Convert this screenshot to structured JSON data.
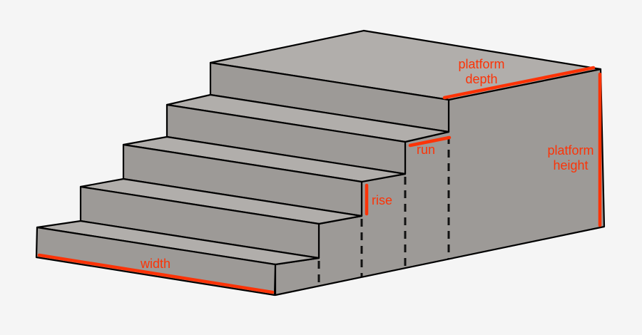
{
  "diagram": {
    "type": "staircase-dimensions",
    "description": "3D diagram of a five-step staircase rising to a platform, annotated with stair measurement terms",
    "colors": {
      "page_bg": "#f5f5f5",
      "accent": "#fc3307",
      "tread_top": "#b1aeab",
      "riser_side": "#9d9a97",
      "outline": "#000000",
      "dashed_line": "#111111"
    },
    "labels": {
      "width": "width",
      "rise": "rise",
      "run": "run",
      "platform_depth": [
        "platform",
        "depth"
      ],
      "platform_height": [
        "platform",
        "height"
      ]
    }
  }
}
